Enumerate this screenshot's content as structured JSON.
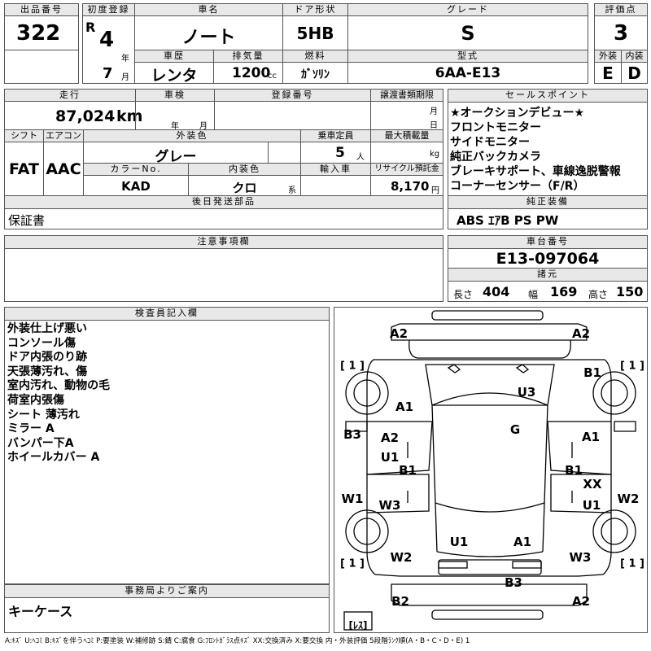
{
  "header": {
    "lot_no": {
      "label": "出品番号",
      "value": "322"
    },
    "first_reg": {
      "label": "初度登録",
      "era": "R",
      "year": "4",
      "year_unit": "年",
      "month": "7",
      "month_unit": "月"
    },
    "car_name": {
      "label": "車名",
      "value": "ノート"
    },
    "door": {
      "label": "ドア形状",
      "value": "5HB"
    },
    "grade": {
      "label": "グレード",
      "value": "S"
    },
    "score": {
      "label": "評価点",
      "value": "3"
    },
    "history": {
      "label": "車歴",
      "value": "レンタ"
    },
    "displacement": {
      "label": "排気量",
      "value": "1200",
      "unit": "cc"
    },
    "fuel": {
      "label": "燃料",
      "value": "ｶﾞｿﾘﾝ"
    },
    "model": {
      "label": "型式",
      "value": "6AA-E13"
    },
    "ext_grade": {
      "label": "外装",
      "value": "E"
    },
    "int_grade": {
      "label": "内装",
      "value": "D"
    }
  },
  "row2": {
    "mileage": {
      "label": "走行",
      "value": "87,024",
      "unit": "km"
    },
    "inspection": {
      "label": "車検",
      "year_unit": "年",
      "month_unit": "月"
    },
    "reg_no": {
      "label": "登録番号"
    },
    "transfer_deadline": {
      "label": "譲渡書類期限",
      "month_unit": "月",
      "day_unit": "日"
    },
    "shift": {
      "label": "シフト",
      "value": "FAT"
    },
    "aircon": {
      "label": "エアコン",
      "value": "AAC"
    },
    "ext_color": {
      "label": "外装色",
      "value": "グレー"
    },
    "capacity": {
      "label": "乗車定員",
      "value": "5",
      "unit": "人"
    },
    "max_load": {
      "label": "最大積載量",
      "unit": "kg"
    },
    "color_no": {
      "label": "カラーNo.",
      "value": "KAD"
    },
    "int_color": {
      "label": "内装色",
      "value": "クロ",
      "unit": "系"
    },
    "import": {
      "label": "輸入車"
    },
    "recycle": {
      "label": "リサイクル預託金",
      "value": "8,170",
      "unit": "円"
    }
  },
  "later_parts": {
    "label": "後日発送部品",
    "value": "保証書"
  },
  "sales_points": {
    "label": "セールスポイント",
    "items": [
      "★オークションデビュー★",
      "フロントモニター",
      "サイドモニター",
      "純正バックカメラ",
      "ブレーキサポート、車線逸脱警報",
      "コーナーセンサー（F/R）"
    ]
  },
  "equipment": {
    "label": "純正装備",
    "value": "ABS ｴｱB PS PW"
  },
  "notes": {
    "label": "注意事項欄"
  },
  "chassis": {
    "label": "車台番号",
    "value": "E13-097064"
  },
  "specs": {
    "label": "諸元",
    "length_label": "長さ",
    "length": "404",
    "width_label": "幅",
    "width": "169",
    "height_label": "高さ",
    "height": "150"
  },
  "inspector": {
    "label": "検査員記入欄",
    "items": [
      "外装仕上げ悪い",
      "コンソール傷",
      "ドア内張のり跡",
      "天張薄汚れ、傷",
      "室内汚れ、動物の毛",
      "荷室内張傷",
      "シート 薄汚れ",
      "ミラー A",
      "バンパー下A",
      "ホイールカバー A"
    ]
  },
  "office": {
    "label": "事務局よりご案内",
    "value": "キーケース"
  },
  "diagram": {
    "tire_marks": [
      "[ 1 ]",
      "[ 1 ]",
      "[ 1 ]",
      "[ 1 ]",
      "[ﾚｽ]"
    ],
    "marks": [
      "A2",
      "A2",
      "B1",
      "U3",
      "A1",
      "B3",
      "G",
      "A2",
      "A1",
      "U1",
      "B1",
      "B1",
      "XX",
      "W1",
      "W3",
      "U1",
      "W2",
      "U1",
      "A1",
      "W2",
      "W3",
      "B3",
      "B2",
      "A2"
    ]
  },
  "legend": "A:ｷｽﾞ U:ﾍｺﾐ B:ｷｽﾞを伴うﾍｺﾐ P:要塗装 W:補修跡 S:錆 C:腐食 G:ﾌﾛﾝﾄｶﾞﾗｽ点ｷｽﾞ XX:交換済み X:要交換 内・外装評価 5段階ﾗﾝｸ順(A・B・C・D・E) 1"
}
